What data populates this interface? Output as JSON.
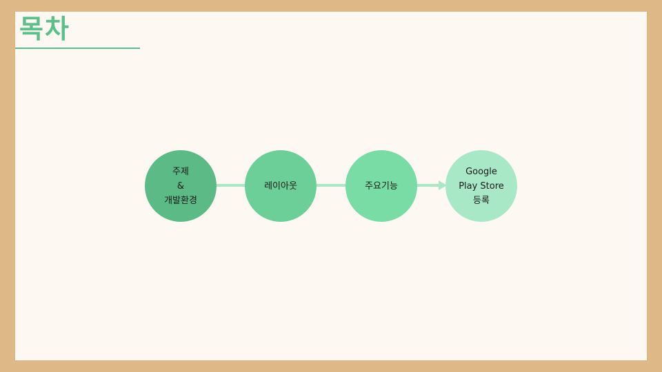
{
  "slide": {
    "title": "목차"
  },
  "diagram": {
    "nodes": [
      {
        "label": "주제\n&\n개발환경",
        "color": "#5cba86"
      },
      {
        "label": "레이아웃",
        "color": "#6ccf97"
      },
      {
        "label": "주요기능",
        "color": "#79dca5"
      },
      {
        "label": "Google\nPlay Store\n등록",
        "color": "#a8e8c6"
      }
    ],
    "connector_color": "#a8e8c4"
  }
}
